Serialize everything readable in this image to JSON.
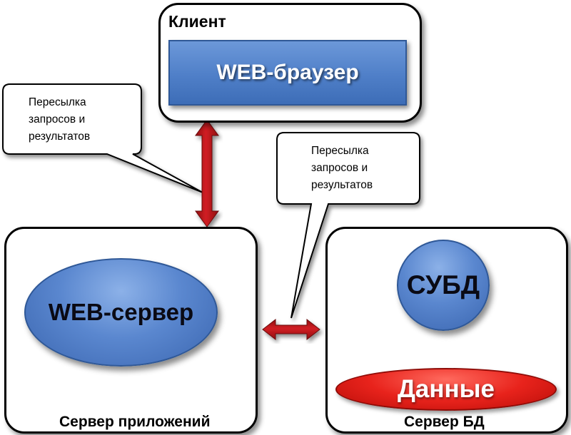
{
  "client": {
    "label": "Клиент",
    "component": "WEB-браузер"
  },
  "app_server": {
    "label": "Сервер приложений",
    "component": "WEB-сервер"
  },
  "db_server": {
    "label": "Сервер БД",
    "dbms": "СУБД",
    "data": "Данные"
  },
  "callouts": [
    {
      "line1": "Пересылка",
      "line2": "запросов и",
      "line3": "результатов"
    },
    {
      "line1": "Пересылка",
      "line2": "запросов и",
      "line3": "результатов"
    }
  ],
  "colors": {
    "node_blue": "#4f7fc8",
    "data_red": "#e8231c",
    "arrow_red": "#c0151b"
  }
}
